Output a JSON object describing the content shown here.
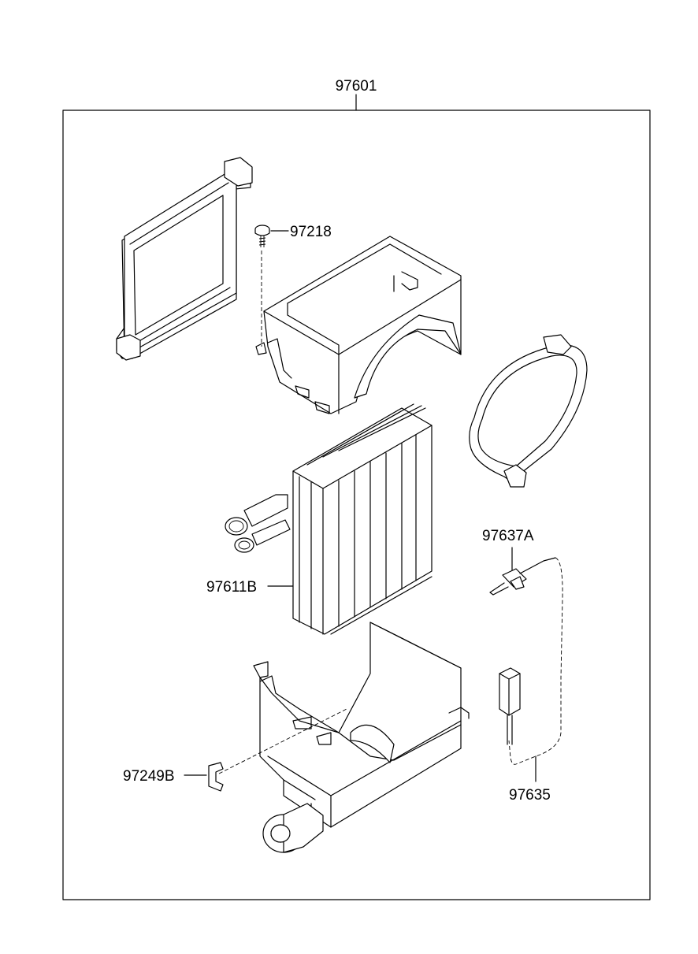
{
  "labels": {
    "assembly": "97601",
    "screw": "97218",
    "evaporator": "97611B",
    "thermo_sensor": "97637A",
    "clip": "97249B",
    "sensor_wire": "97635"
  }
}
